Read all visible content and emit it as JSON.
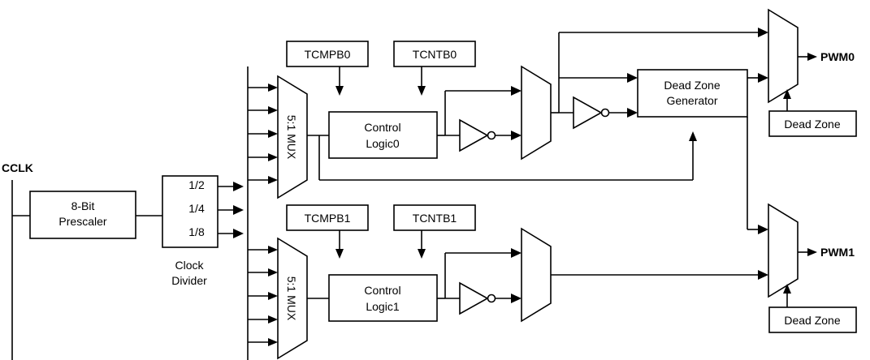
{
  "diagram": {
    "cclk": "CCLK",
    "prescaler": [
      "8-Bit",
      "Prescaler"
    ],
    "divider_ratios": [
      "1/2",
      "1/4",
      "1/8"
    ],
    "clock_divider": [
      "Clock",
      "Divider"
    ],
    "mux_label": "5:1 MUX",
    "tcmpb0": "TCMPB0",
    "tcntb0": "TCNTB0",
    "tcmpb1": "TCMPB1",
    "tcntb1": "TCNTB1",
    "control_logic0": [
      "Control",
      "Logic0"
    ],
    "control_logic1": [
      "Control",
      "Logic1"
    ],
    "dead_zone_generator": [
      "Dead Zone",
      "Generator"
    ],
    "dead_zone": "Dead Zone",
    "pwm0": "PWM0",
    "pwm1": "PWM1"
  }
}
